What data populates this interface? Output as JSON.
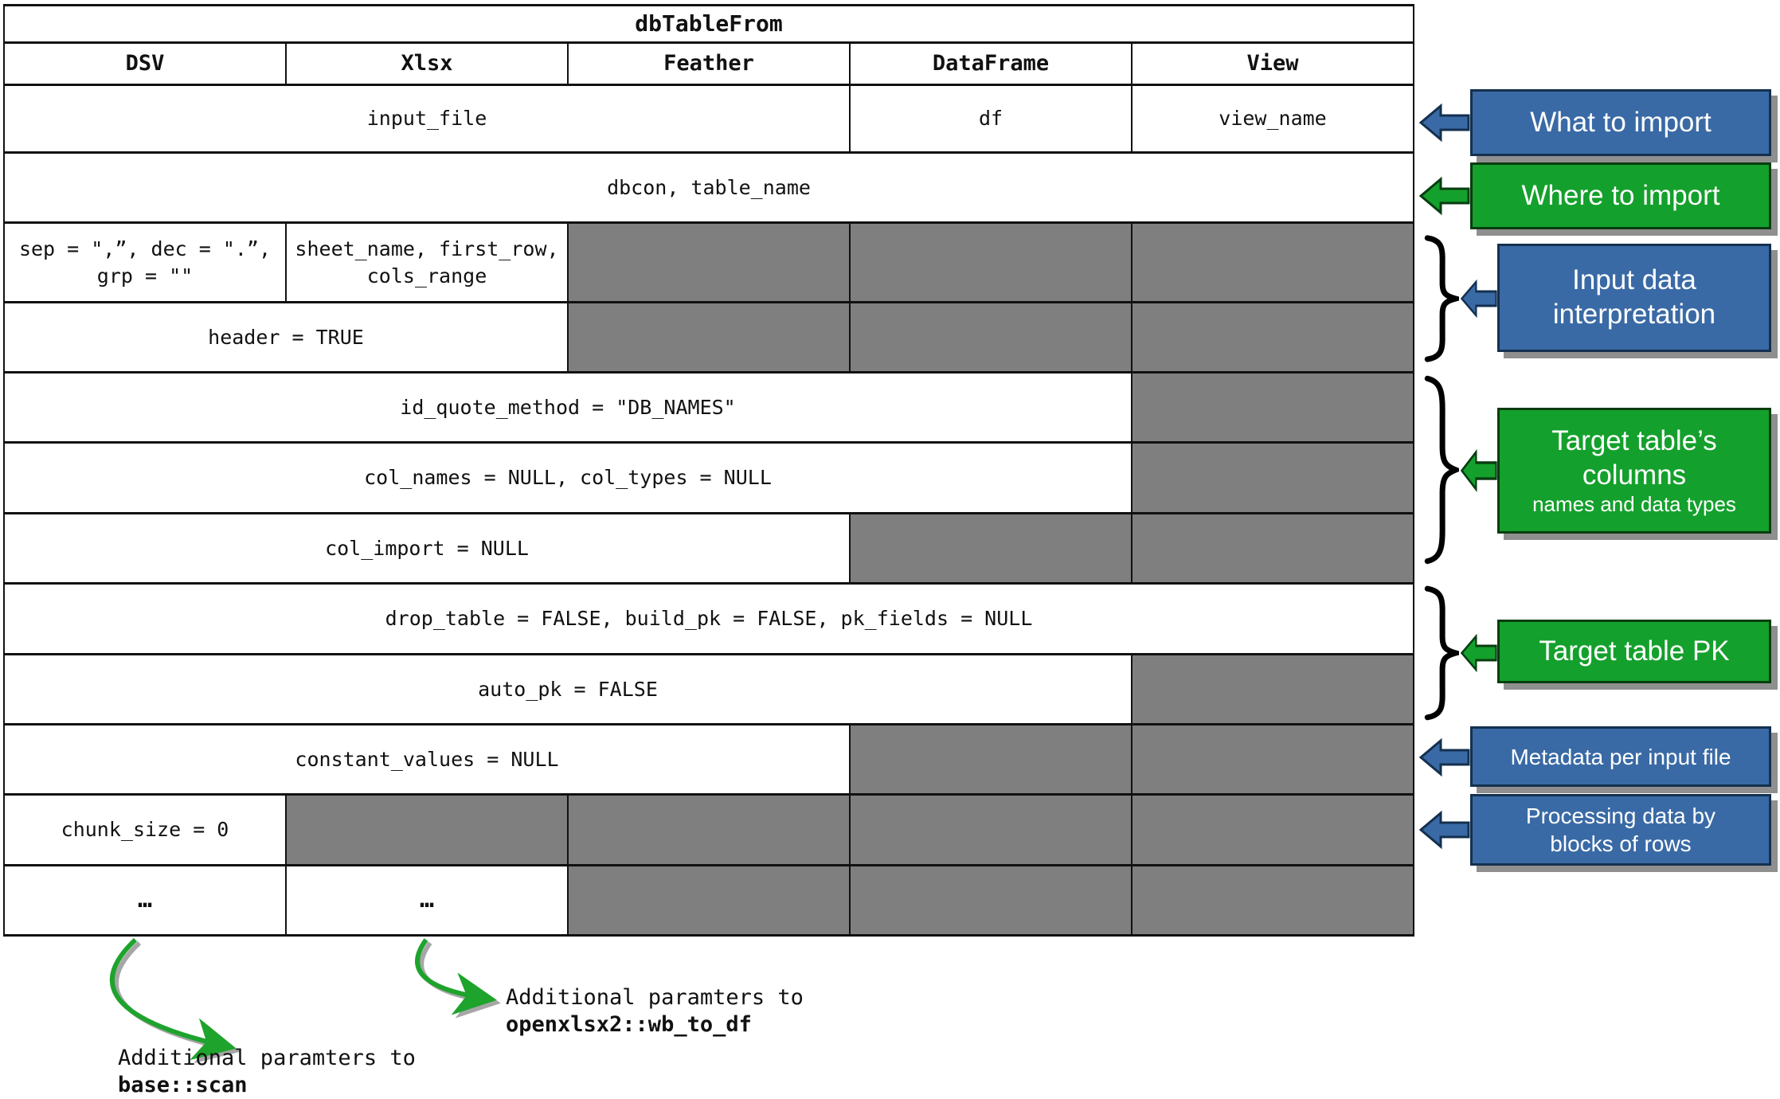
{
  "table": {
    "title": "dbTableFrom",
    "columns": [
      "DSV",
      "Xlsx",
      "Feather",
      "DataFrame",
      "View"
    ],
    "rows": [
      {
        "cells": [
          "input_file",
          "df",
          "view_name"
        ]
      },
      {
        "cells": [
          "dbcon, table_name"
        ]
      },
      {
        "cells": [
          "sep = \",”, dec = \".”,\ngrp = \"\"",
          "sheet_name, first_row,\ncols_range"
        ]
      },
      {
        "cells": [
          "header = TRUE"
        ]
      },
      {
        "cells": [
          "id_quote_method = \"DB_NAMES\""
        ]
      },
      {
        "cells": [
          "col_names = NULL, col_types = NULL"
        ]
      },
      {
        "cells": [
          "col_import = NULL"
        ]
      },
      {
        "cells": [
          "drop_table = FALSE, build_pk = FALSE, pk_fields = NULL"
        ]
      },
      {
        "cells": [
          "auto_pk = FALSE"
        ]
      },
      {
        "cells": [
          "constant_values = NULL"
        ]
      },
      {
        "cells": [
          "chunk_size = 0"
        ]
      },
      {
        "cells": [
          "…",
          "…"
        ]
      }
    ]
  },
  "annotations": [
    {
      "label": "What to import",
      "color": "blue"
    },
    {
      "label": "Where to import",
      "color": "green"
    },
    {
      "label": "Input data\ninterpretation",
      "color": "blue"
    },
    {
      "label": "Target table’s\ncolumns",
      "sublabel": "names and data types",
      "color": "green"
    },
    {
      "label": "Target table PK",
      "color": "green"
    },
    {
      "label": "Metadata per input file",
      "color": "blue"
    },
    {
      "label": "Processing data by\nblocks of rows",
      "color": "blue"
    }
  ],
  "notes": [
    {
      "line1": "Additional paramters to",
      "line2": "base::scan"
    },
    {
      "line1": "Additional paramters to",
      "line2": "openxlsx2::wb_to_df"
    }
  ],
  "colors": {
    "annotation_blue": "#3a6aa5",
    "annotation_green": "#14a02c",
    "disabled_cell_gray": "#7f7f7f",
    "shadow_gray": "#8f8f8f",
    "arrow_green": "#1ea32c"
  }
}
